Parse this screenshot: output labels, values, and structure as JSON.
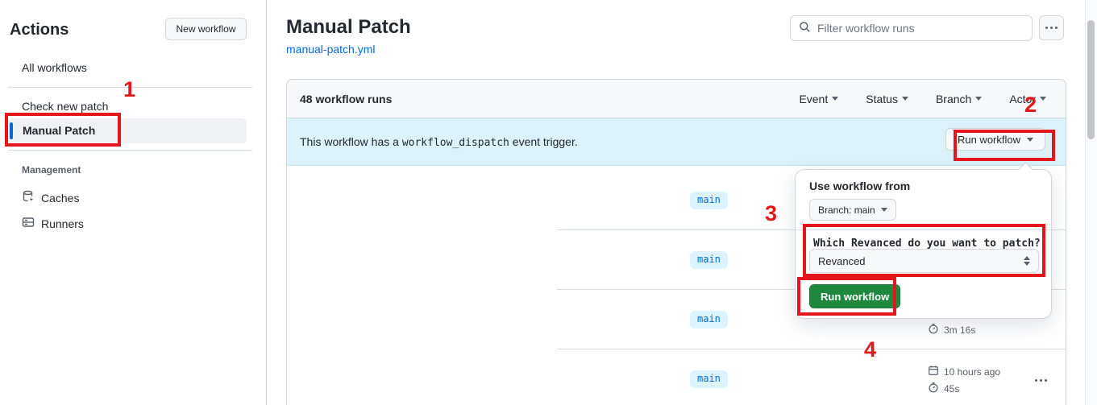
{
  "colors": {
    "accent_blue": "#0969da",
    "badge_bg": "#ddf4ff",
    "banner_bg": "#ddf1fb",
    "green_button": "#1f883d",
    "annotation_red": "#e4161d"
  },
  "sidebar": {
    "title": "Actions",
    "new_workflow_label": "New workflow",
    "items": [
      {
        "label": "All workflows"
      },
      {
        "label": "Check new patch"
      },
      {
        "label": "Manual Patch",
        "selected": true
      }
    ],
    "management": {
      "heading": "Management",
      "items": [
        {
          "label": "Caches",
          "icon": "cache-database-icon"
        },
        {
          "label": "Runners",
          "icon": "runners-icon"
        }
      ]
    }
  },
  "header": {
    "title": "Manual Patch",
    "file_link": "manual-patch.yml",
    "filter_placeholder": "Filter workflow runs",
    "more_button_icon": "kebab-horizontal-icon"
  },
  "runs_table": {
    "count_label": "48 workflow runs",
    "filters": [
      {
        "label": "Event"
      },
      {
        "label": "Status"
      },
      {
        "label": "Branch"
      },
      {
        "label": "Actor"
      }
    ],
    "banner": {
      "text_before": "This workflow has a",
      "code": "workflow_dispatch",
      "text_after": "event trigger.",
      "run_workflow_label": "Run workflow"
    },
    "rows": [
      {
        "branch": "main"
      },
      {
        "branch": "main"
      },
      {
        "branch": "main",
        "duration": "3m 16s"
      },
      {
        "branch": "main",
        "time": "10 hours ago",
        "duration": "45s",
        "has_menu": true
      }
    ]
  },
  "popup": {
    "heading": "Use workflow from",
    "branch_button_label": "Branch: main",
    "input_label": "Which Revanced do you want to patch?",
    "required_marker": "*",
    "select_value": "Revanced",
    "run_button_label": "Run workflow"
  },
  "annotations": {
    "steps": [
      "1",
      "2",
      "3",
      "4"
    ]
  }
}
